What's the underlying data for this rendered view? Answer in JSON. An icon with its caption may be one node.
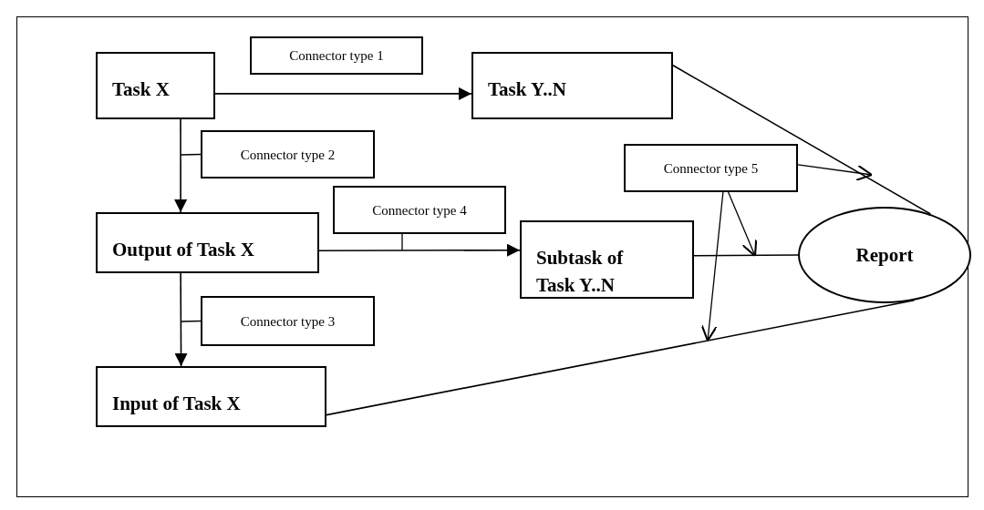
{
  "diagram": {
    "nodes": [
      {
        "text": [
          "Task X"
        ]
      },
      {
        "text": [
          "Connector type 1"
        ]
      },
      {
        "text": [
          "Task Y..N"
        ]
      },
      {
        "text": [
          "Connector type 2"
        ]
      },
      {
        "text": [
          "Connector type 4"
        ]
      },
      {
        "text": [
          "Output of Task X"
        ]
      },
      {
        "text": [
          "Subtask of Task Y..N"
        ]
      },
      {
        "text": [
          "Connector type 5"
        ]
      },
      {
        "text": [
          "Report"
        ]
      },
      {
        "text": [
          "Connector type 3"
        ]
      },
      {
        "text": [
          "Input of Task X"
        ]
      }
    ],
    "edges": [
      {
        "from": 0,
        "to": 2,
        "arrow": "to"
      },
      {
        "from": 0,
        "to": 5,
        "arrow": "to"
      },
      {
        "from": 5,
        "to": 10,
        "arrow": "to"
      },
      {
        "from": 5,
        "to": 6,
        "arrow": "to"
      },
      {
        "from": 2,
        "to": 8,
        "arrow": "none"
      },
      {
        "from": 6,
        "to": 8,
        "arrow": "none"
      },
      {
        "from": 10,
        "to": 8,
        "arrow": "none"
      },
      {
        "from": 3,
        "to": null,
        "arrow": "none"
      },
      {
        "from": 9,
        "to": null,
        "arrow": "none"
      },
      {
        "from": 4,
        "to": null,
        "arrow": "none"
      },
      {
        "from": 7,
        "to": null,
        "arrow": "to"
      },
      {
        "from": 7,
        "to": null,
        "arrow": "to"
      },
      {
        "from": 7,
        "to": null,
        "arrow": "to"
      }
    ]
  }
}
